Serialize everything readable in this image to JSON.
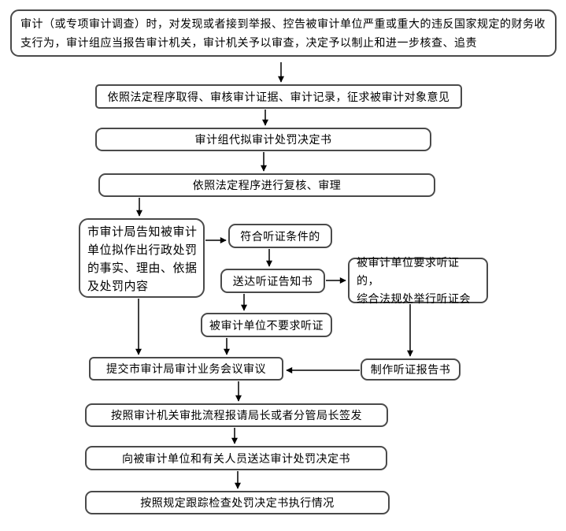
{
  "diagram": {
    "type": "flowchart",
    "language": "zh-CN",
    "colors": {
      "background": "#ffffff",
      "node_fill": "#ffffff",
      "node_border": "#4a4a4a",
      "connector": "#000000",
      "text": "#000000"
    },
    "nodes": {
      "start": {
        "text": "审计（或专项审计调查）时，对发现或者接到举报、控告被审计单位严重或重大的违反国家规定的财务收支行为，审计组应当报告审计机关，审计机关予以审查，决定予以制止和进一步核查、追责"
      },
      "evidence": {
        "text": "依照法定程序取得、审核审计证据、审计记录，征求被审计对象意见"
      },
      "draft": {
        "text": "审计组代拟审计处罚决定书"
      },
      "review": {
        "text": "依照法定程序进行复核、审理"
      },
      "notify": {
        "text": "市审计局告知被审计单位拟作出行政处罚的事实、理由、依据及处罚内容"
      },
      "condition": {
        "text": "符合听证条件的"
      },
      "send_notice": {
        "text": "送达听证告知书"
      },
      "request_hearing": {
        "text": "被审计单位要求听证的，\n综合法规处举行听证会"
      },
      "no_hearing": {
        "text": "被审计单位不要求听证"
      },
      "submit_meeting": {
        "text": "提交市审计局审计业务会议审议"
      },
      "hearing_report": {
        "text": "制作听证报告书"
      },
      "approve": {
        "text": "按照审计机关审批流程报请局长或者分管局长签发"
      },
      "deliver": {
        "text": "向被审计单位和有关人员送达审计处罚决定书"
      },
      "track": {
        "text": "按照规定跟踪检查处罚决定书执行情况"
      }
    },
    "edges": [
      "start -> evidence",
      "evidence -> draft",
      "draft -> review",
      "review -> notify",
      "notify -> condition",
      "condition -> send_notice",
      "send_notice -> request_hearing",
      "send_notice -> no_hearing",
      "no_hearing -> submit_meeting",
      "notify -> submit_meeting",
      "request_hearing -> hearing_report",
      "hearing_report -> submit_meeting",
      "submit_meeting -> approve",
      "approve -> deliver",
      "deliver -> track"
    ]
  }
}
